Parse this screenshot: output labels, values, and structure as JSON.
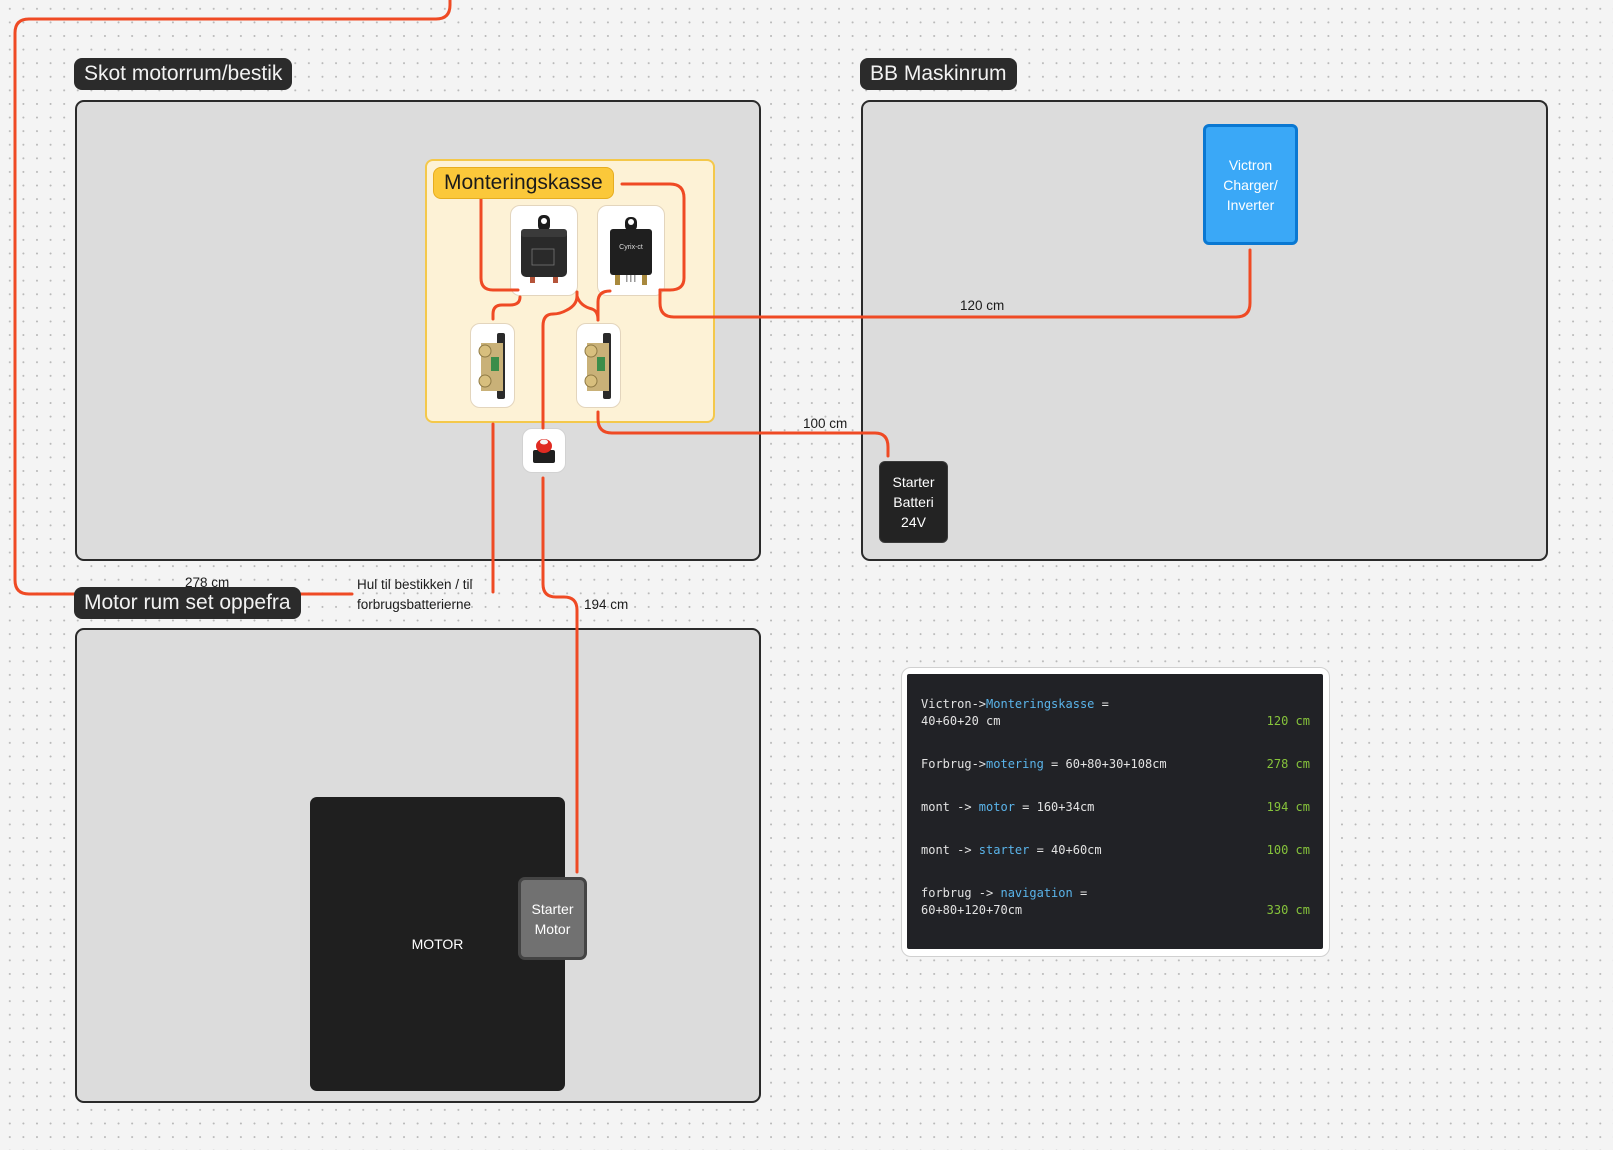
{
  "sections": {
    "skot": {
      "label": "Skot motorrum/bestik"
    },
    "bb": {
      "label": "BB Maskinrum"
    },
    "motorrum": {
      "label": "Motor rum set oppefra"
    }
  },
  "monteringskasse": {
    "label": "Monteringskasse",
    "components": [
      {
        "name": "relay",
        "icon": "relay-image"
      },
      {
        "name": "cyrix-ct",
        "icon": "cyrix-ct-image",
        "brand_text": "Cyrix-ct"
      },
      {
        "name": "shunt-left",
        "icon": "shunt-image"
      },
      {
        "name": "shunt-right",
        "icon": "shunt-image"
      }
    ]
  },
  "battery_switch": {
    "icon": "battery-switch-image"
  },
  "devices": {
    "victron": {
      "label": "Victron Charger/ Inverter",
      "lines": [
        "Victron",
        "Charger/",
        "Inverter"
      ],
      "color": "#3aa8f7"
    },
    "starter_battery": {
      "lines": [
        "Starter",
        "Batteri",
        "24V"
      ]
    },
    "motor": {
      "label": "MOTOR"
    },
    "starter_motor": {
      "lines": [
        "Starter",
        "Motor"
      ]
    }
  },
  "wire_labels": {
    "victron": "120 cm",
    "starter": "100 cm",
    "forbrug": "278 cm",
    "motor": "194 cm"
  },
  "note": {
    "lines": [
      "Hul til bestikken / til",
      "forbrugsbatterierne"
    ]
  },
  "calc": {
    "rows": [
      {
        "pre": "Victron->",
        "kw": "Monteringskasse",
        "post": " = 40+60+20 cm",
        "result": "120 cm"
      },
      {
        "pre": "Forbrug->",
        "kw": "motering",
        "post": " = 60+80+30+108cm",
        "result": "278 cm"
      },
      {
        "pre": "mont -> ",
        "kw": "motor",
        "post": " = 160+34cm",
        "result": "194 cm"
      },
      {
        "pre": "mont -> ",
        "kw": "starter",
        "post": " = 40+60cm",
        "result": "100 cm"
      },
      {
        "pre": "forbrug -> ",
        "kw": "navigation",
        "post": " = 60+80+120+70cm",
        "result": "330 cm"
      }
    ]
  },
  "colors": {
    "wire": "#ef4a24",
    "section_label_bg": "#2b2b2b",
    "panel_bg": "#dcdcdc",
    "mkasse_bg": "#fdf2d6",
    "mkasse_label_bg": "#fbc83a",
    "code_keyword": "#5ab4ea",
    "code_result": "#86c33b"
  }
}
